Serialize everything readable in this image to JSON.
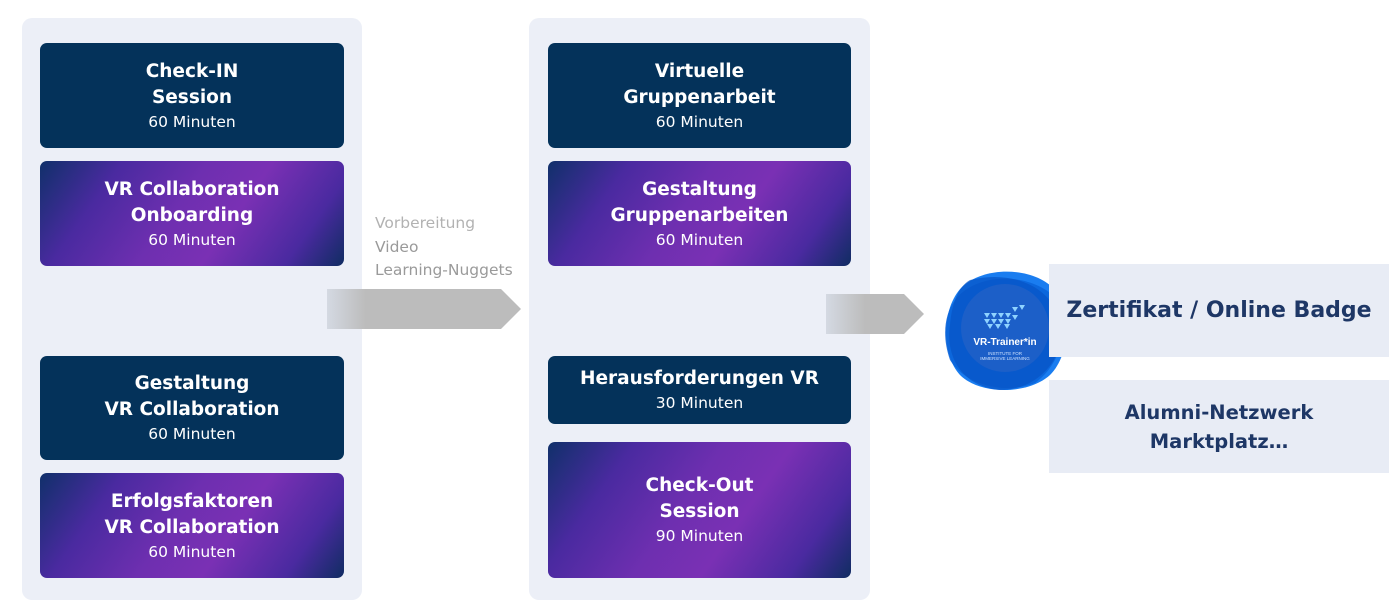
{
  "prep_text": {
    "line1": "Vorbereitung",
    "line2": "Video",
    "line3": "Learning-Nuggets"
  },
  "column1": {
    "boxes": [
      {
        "title1": "Check-IN",
        "title2": "Session",
        "duration": "60 Minuten"
      },
      {
        "title1": "VR Collaboration",
        "title2": "Onboarding",
        "duration": "60 Minuten"
      },
      {
        "title1": "Gestaltung",
        "title2": "VR Collaboration",
        "duration": "60 Minuten"
      },
      {
        "title1": "Erfolgsfaktoren",
        "title2": "VR Collaboration",
        "duration": "60 Minuten"
      }
    ]
  },
  "column2": {
    "boxes": [
      {
        "title1": "Virtuelle",
        "title2": "Gruppenarbeit",
        "duration": "60 Minuten"
      },
      {
        "title1": "Gestaltung",
        "title2": "Gruppenarbeiten",
        "duration": "60 Minuten"
      },
      {
        "title1": "Herausforderungen VR",
        "duration": "30 Minuten"
      },
      {
        "title1": "Check-Out",
        "title2": "Session",
        "duration": "90 Minuten"
      }
    ]
  },
  "badge": {
    "name": "VR-Trainer*in",
    "org_line1": "INSTITUTE FOR",
    "org_line2": "IMMERSIVE LEARNING"
  },
  "outcomes": {
    "certificate": "Zertifikat / Online Badge",
    "alumni_line1": "Alumni-Netzwerk",
    "alumni_line2": "Marktplatz…"
  },
  "colors": {
    "dark_box": "#04325a",
    "purple_box": "#6e2fb0",
    "column_bg": "#eceff7",
    "outcome_text": "#1e3766",
    "badge_blue": "#0a63d8"
  }
}
